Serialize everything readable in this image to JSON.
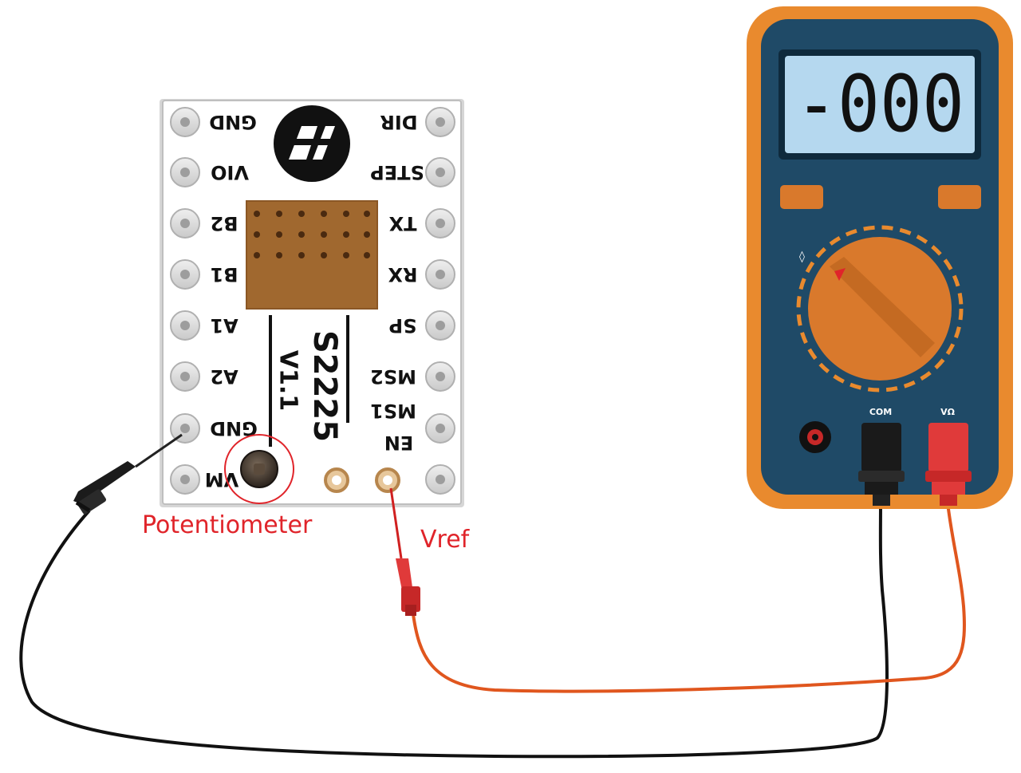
{
  "board": {
    "name": "S2225",
    "version": "V1.1",
    "left_pins": [
      "GND",
      "VIO",
      "B2",
      "B1",
      "A1",
      "A2",
      "GND",
      "VM"
    ],
    "right_pins": [
      "DIR",
      "STEP",
      "TX",
      "RX",
      "SP",
      "MS2",
      "MS1",
      "EN"
    ]
  },
  "callouts": {
    "potentiometer": "Potentiometer",
    "vref": "Vref"
  },
  "multimeter": {
    "display": "-000",
    "port_com": "COM",
    "port_v": "VΩ"
  },
  "colors": {
    "meter_frame": "#e98a2e",
    "meter_body": "#1f4a67",
    "lcd": "#b5d8ef",
    "dial": "#d9792c",
    "callout_red": "#e0242a",
    "probe_red": "#e03a3a",
    "wire_orange": "#e0561e",
    "wire_black": "#111111"
  }
}
